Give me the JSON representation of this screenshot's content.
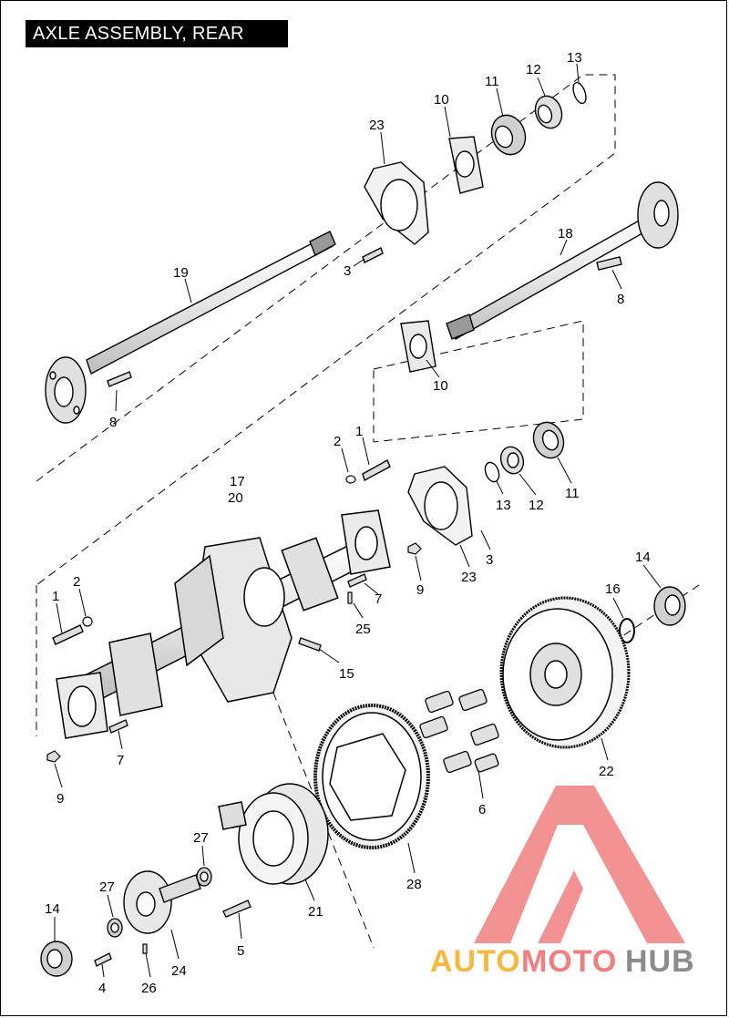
{
  "title": "AXLE ASSEMBLY, REAR",
  "colors": {
    "line": "#000000",
    "shade": "#d8d8d8",
    "watermark_red": "#f08080",
    "watermark_orange": "#f5b942",
    "watermark_gray": "#8c8c8c"
  },
  "callouts": {
    "c13a": "13",
    "c12a": "12",
    "c11a": "11",
    "c10a": "10",
    "c23a": "23",
    "c19": "19",
    "c3a": "3",
    "c18": "18",
    "c8a": "8",
    "c8b": "8",
    "c10b": "10",
    "c2a": "2",
    "c1a": "1",
    "c17": "17",
    "c20": "20",
    "c13b": "13",
    "c12b": "12",
    "c11b": "11",
    "c3b": "3",
    "c23b": "23",
    "c9a": "9",
    "c7a": "7",
    "c25": "25",
    "c1b": "1",
    "c2b": "2",
    "c15": "15",
    "c14a": "14",
    "c16": "16",
    "c7b": "7",
    "c9b": "9",
    "c22": "22",
    "c6": "6",
    "c27a": "27",
    "c28": "28",
    "c27b": "27",
    "c21": "21",
    "c14b": "14",
    "c5": "5",
    "c24": "24",
    "c4": "4",
    "c26": "26"
  },
  "watermark": {
    "part1": "AUTO",
    "part2": "MOTO",
    "part3": "HUB"
  }
}
